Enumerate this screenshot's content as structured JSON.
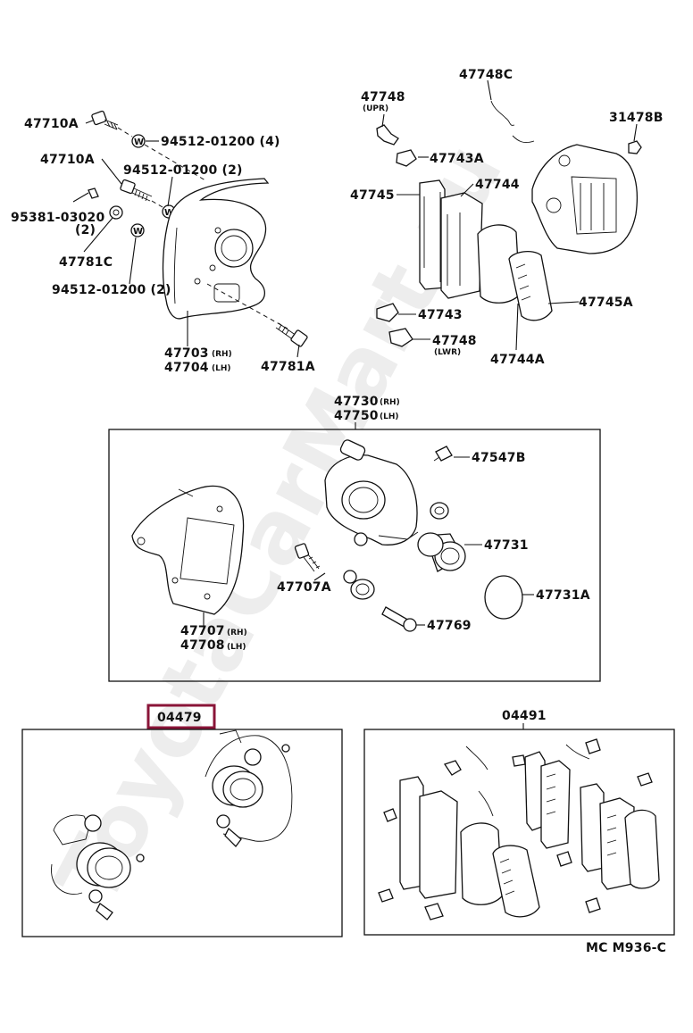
{
  "watermark": "ToyotaCarMart.ru",
  "highlight_color": "#8a1538",
  "diagram_code": "MC M936-C",
  "labels": {
    "p47710A_1": "47710A",
    "p94512_4": "94512-01200 (4)",
    "p47710A_2": "47710A",
    "p94512_2a": "94512-01200 (2)",
    "p95381": "95381-03020",
    "p95381_qty": "(2)",
    "p47781C": "47781C",
    "p94512_2b": "94512-01200 (2)",
    "p47703": "47703",
    "p47703_sub": "(RH)",
    "p47704": "47704",
    "p47704_sub": "(LH)",
    "p47781A": "47781A",
    "p47748_top": "47748",
    "p47748_top_sub": "(UPR)",
    "p47743A": "47743A",
    "p47748C": "47748C",
    "p31478B": "31478B",
    "p47745": "47745",
    "p47744": "47744",
    "p47745A": "47745A",
    "p47743": "47743",
    "p47748_bot": "47748",
    "p47748_bot_sub": "(LWR)",
    "p47744A": "47744A",
    "p47730": "47730",
    "p47730_sub": "(RH)",
    "p47750": "47750",
    "p47750_sub": "(LH)",
    "p47547B": "47547B",
    "p47731": "47731",
    "p47707A": "47707A",
    "p47731A": "47731A",
    "p47769": "47769",
    "p47707": "47707",
    "p47707_sub": "(RH)",
    "p47708": "47708",
    "p47708_sub": "(LH)",
    "p04479": "04479",
    "p04491": "04491"
  },
  "icons": {
    "washer_mark": "W"
  }
}
